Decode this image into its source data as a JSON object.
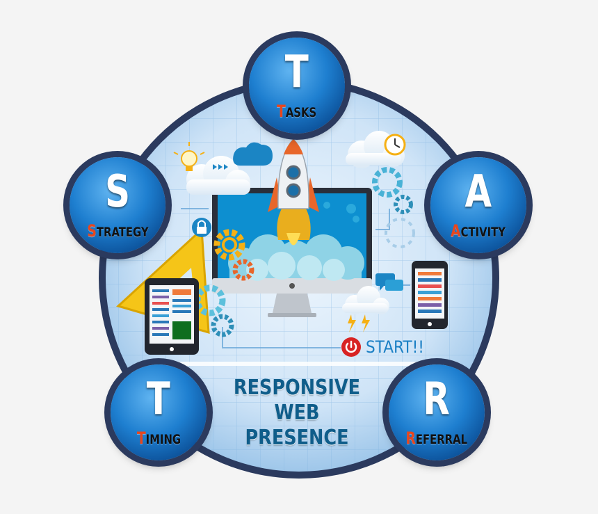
{
  "diagram": {
    "nodes": [
      {
        "letter": "T",
        "initial": "T",
        "rest": "asks"
      },
      {
        "letter": "S",
        "initial": "S",
        "rest": "trategy"
      },
      {
        "letter": "A",
        "initial": "A",
        "rest": "ctivity"
      },
      {
        "letter": "T",
        "initial": "T",
        "rest": "iming"
      },
      {
        "letter": "R",
        "initial": "R",
        "rest": "eferral"
      }
    ],
    "headline_line1": "RESPONSIVE WEB",
    "headline_line2": "PRESENCE",
    "start_label": "START!!"
  },
  "colors": {
    "node_blue": "#1e7fd0",
    "ring_navy": "#2b3a5e",
    "initial_red": "#e8461d",
    "headline_teal": "#0f5d8a",
    "start_red": "#c81a1a"
  },
  "icons": [
    "rocket-icon",
    "monitor-icon",
    "tablet-icon",
    "smartphone-icon",
    "gear-icon",
    "cloud-icon",
    "lightbulb-icon",
    "lock-icon",
    "clock-icon",
    "chat-icon",
    "ruler-icon",
    "power-icon"
  ]
}
